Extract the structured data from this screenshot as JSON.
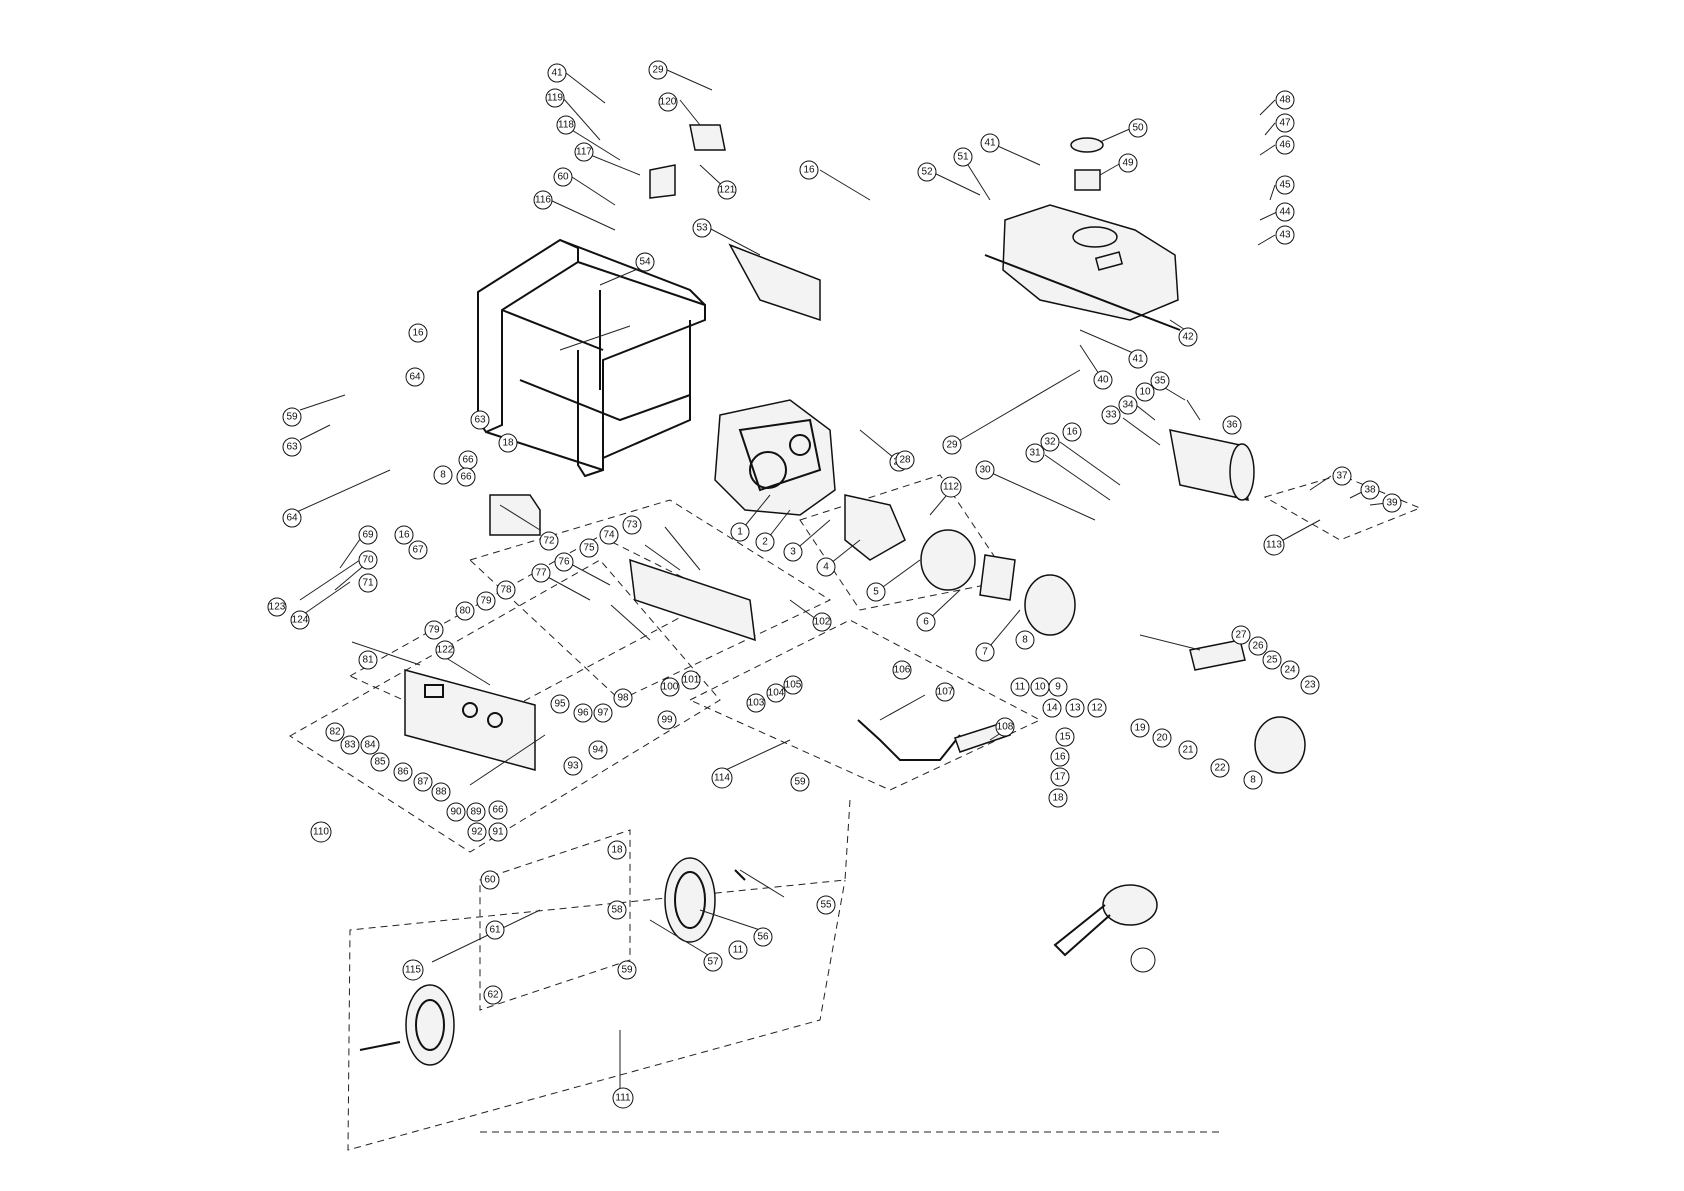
{
  "diagram": {
    "callouts": [
      "1",
      "2",
      "3",
      "4",
      "5",
      "6",
      "7",
      "8",
      "9",
      "10",
      "11",
      "12",
      "13",
      "14",
      "15",
      "16",
      "17",
      "18",
      "19",
      "20",
      "21",
      "22",
      "23",
      "24",
      "25",
      "26",
      "27",
      "28",
      "29",
      "30",
      "31",
      "32",
      "33",
      "34",
      "35",
      "36",
      "37",
      "38",
      "39",
      "40",
      "41",
      "42",
      "43",
      "44",
      "45",
      "46",
      "47",
      "48",
      "49",
      "50",
      "51",
      "52",
      "53",
      "54",
      "55",
      "56",
      "57",
      "58",
      "59",
      "60",
      "61",
      "62",
      "63",
      "64",
      "66",
      "67",
      "69",
      "70",
      "71",
      "72",
      "73",
      "74",
      "75",
      "76",
      "77",
      "78",
      "79",
      "80",
      "81",
      "82",
      "83",
      "84",
      "85",
      "86",
      "87",
      "88",
      "89",
      "90",
      "91",
      "92",
      "93",
      "94",
      "95",
      "96",
      "97",
      "98",
      "99",
      "100",
      "101",
      "102",
      "103",
      "104",
      "105",
      "106",
      "107",
      "108",
      "110",
      "111",
      "112",
      "113",
      "114",
      "115",
      "116",
      "117",
      "118",
      "119",
      "120",
      "121",
      "122",
      "123",
      "124"
    ]
  }
}
